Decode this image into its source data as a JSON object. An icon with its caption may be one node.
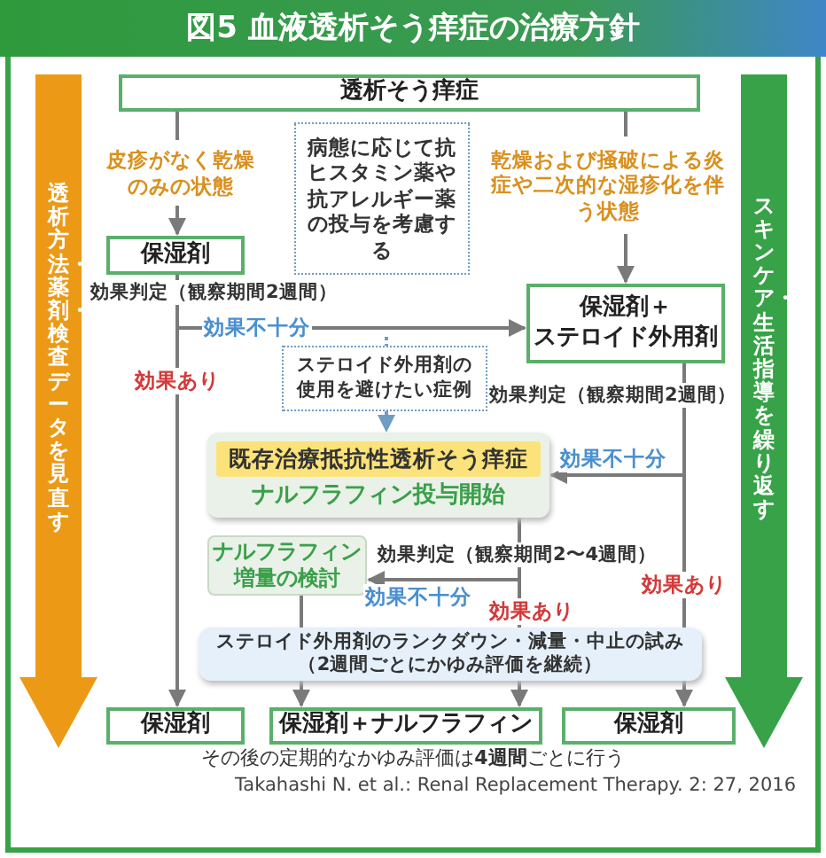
{
  "diagram": {
    "title": "図5 血液透析そう痒症の治療方針",
    "nodes": [
      {
        "text": [
          "透析そう痒症"
        ]
      },
      {
        "text": [
          "皮疹がなく乾燥のみの状態"
        ]
      },
      {
        "text": [
          "病態に応じて抗ヒスタミン薬や抗アレルギー薬の投与を考慮する"
        ]
      },
      {
        "text": [
          "乾燥および掻破による炎症や二次的な湿疹化を伴う状態"
        ]
      },
      {
        "text": [
          "保湿剤"
        ]
      },
      {
        "text": [
          "保湿剤＋",
          "ステロイド外用剤"
        ]
      },
      {
        "text": [
          "ステロイド外用剤の使用を避けたい症例"
        ]
      },
      {
        "text": [
          "ナルフラフィン投与開始"
        ]
      },
      {
        "text": [
          "**既存治療抵抗性**透析そう痒症"
        ],
        "in": 7
      },
      {
        "text": [
          "ナルフラフィン増量の検討"
        ]
      },
      {
        "text": [
          "ステロイド外用剤のランクダウン・減量・中止の試み",
          "（**2週間**ごとにかゆみ評価を継続）"
        ]
      },
      {
        "text": [
          "保湿剤"
        ]
      },
      {
        "text": [
          "保湿剤＋**ナルフラフィン**"
        ]
      },
      {
        "text": [
          "保湿剤"
        ]
      },
      {
        "text": [
          "透析方法・薬剤・検査データを見直す"
        ]
      },
      {
        "text": [
          "スキンケア・生活指導を繰り返す"
        ]
      }
    ],
    "edges": [
      {
        "from": 0,
        "to": 1,
        "arrow": "none"
      },
      {
        "from": 0,
        "to": 3,
        "arrow": "none"
      },
      {
        "from": 1,
        "to": 4,
        "arrow": "to"
      },
      {
        "from": 3,
        "to": 5,
        "arrow": "to"
      },
      {
        "from": 4,
        "to": 11,
        "arrow": "to",
        "label": "効果あり"
      },
      {
        "from": 4,
        "to": 5,
        "arrow": "to",
        "label": "効果不十分"
      },
      {
        "from": null,
        "to": 6,
        "arrow": "none",
        "style": "dashed",
        "color": "#6f9cc4"
      },
      {
        "from": 6,
        "to": 7,
        "arrow": "to",
        "style": "dashed",
        "color": "#6f9cc4"
      },
      {
        "from": 5,
        "to": 7,
        "arrow": "to",
        "label": "効果不十分"
      },
      {
        "from": 5,
        "to": 10,
        "arrow": "none",
        "label": "効果あり"
      },
      {
        "from": 7,
        "to": 9,
        "arrow": "to",
        "label": "効果不十分"
      },
      {
        "from": 7,
        "to": 10,
        "arrow": "none",
        "label": "効果あり"
      },
      {
        "from": 9,
        "to": 10,
        "arrow": "none"
      },
      {
        "from": 10,
        "to": 12,
        "arrow": "to"
      },
      {
        "from": 10,
        "to": 12,
        "arrow": "to"
      },
      {
        "from": 10,
        "to": 13,
        "arrow": "to"
      }
    ],
    "labels": [
      "効果判定（観察期間**2週間**）",
      "効果判定（観察期間**2週間**）",
      "効果判定（観察期間**2〜4週間**）",
      "その後の定期的なかゆみ評価は**4週間**ごとに行う",
      "Takahashi N. et al.: Renal Replacement Therapy. 2: 27, 2016"
    ]
  }
}
